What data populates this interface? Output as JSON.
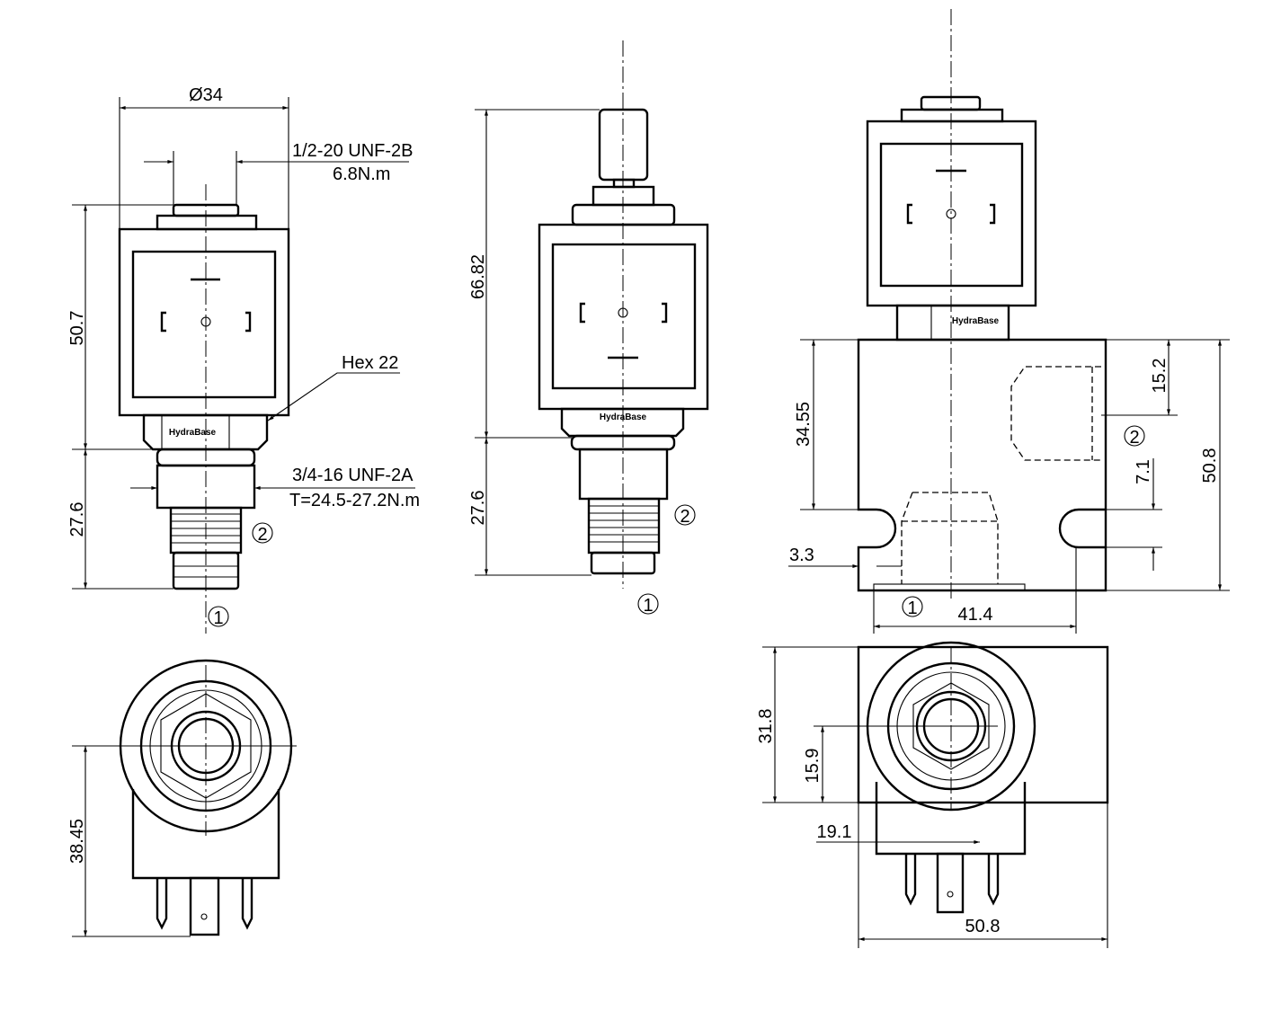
{
  "brand_label": "HydraBase",
  "left_view": {
    "diameter": "Ø34",
    "thread_top": "1/2-20 UNF-2B",
    "torque_top": "6.8N.m",
    "height_coil": "50.7",
    "height_cartridge": "27.6",
    "hex": "Hex 22",
    "thread_bottom": "3/4-16 UNF-2A",
    "torque_bottom": "T=24.5-27.2N.m",
    "port_2": "2",
    "port_1": "1",
    "bottom_height": "38.45"
  },
  "middle_view": {
    "overall_height": "66.82",
    "height_cartridge": "27.6",
    "port_2": "2",
    "port_1": "1"
  },
  "right_view": {
    "height_body_to_notch": "34.55",
    "body_height": "50.8",
    "port2_offset": "15.2",
    "notch_offset": "7.1",
    "wall": "3.3",
    "port_spacing": "41.4",
    "port_2": "2",
    "port_1": "1",
    "plan_depth": "31.8",
    "plan_half_depth": "15.9",
    "plan_offset": "19.1",
    "plan_width": "50.8"
  }
}
